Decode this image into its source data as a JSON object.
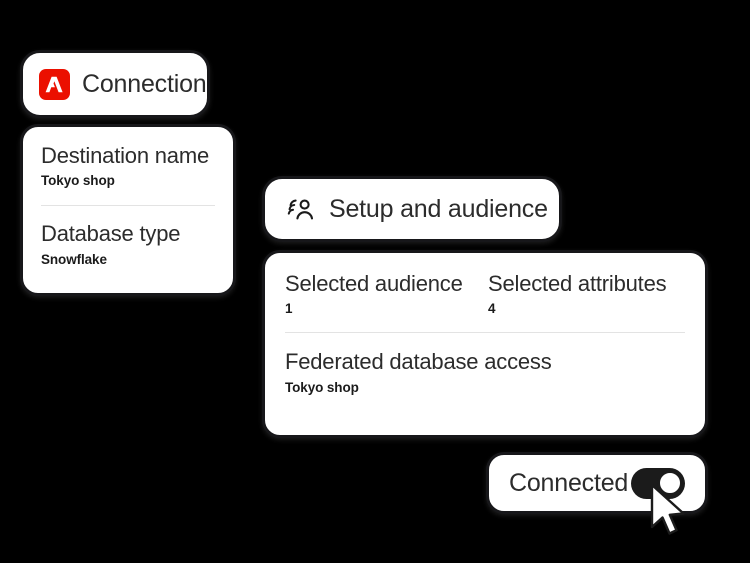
{
  "theme": {
    "background": "#000000",
    "card_background": "#ffffff",
    "card_border": "#17171a",
    "text_primary": "#2c2c2c",
    "text_value": "#1b1b1b",
    "divider": "#e3e3e3",
    "adobe_red": "#eb1000",
    "toggle_on": "#1b1b1b"
  },
  "connection_card": {
    "logo_icon": "adobe-logo-icon",
    "title": "Connection"
  },
  "destination_card": {
    "fields": [
      {
        "label": "Destination name",
        "value": "Tokyo shop"
      },
      {
        "label": "Database type",
        "value": "Snowflake"
      }
    ]
  },
  "setup_card": {
    "icon": "audience-people-icon",
    "title": "Setup and audience"
  },
  "details_card": {
    "columns": [
      {
        "label": "Selected audience",
        "value": "1"
      },
      {
        "label": "Selected attributes",
        "value": "4"
      }
    ],
    "federated": {
      "label": "Federated database access",
      "value": "Tokyo shop"
    }
  },
  "connected_card": {
    "label": "Connected",
    "toggle": {
      "name": "connection-toggle",
      "state": "on"
    }
  },
  "cursor": {
    "icon": "mouse-pointer-icon"
  }
}
